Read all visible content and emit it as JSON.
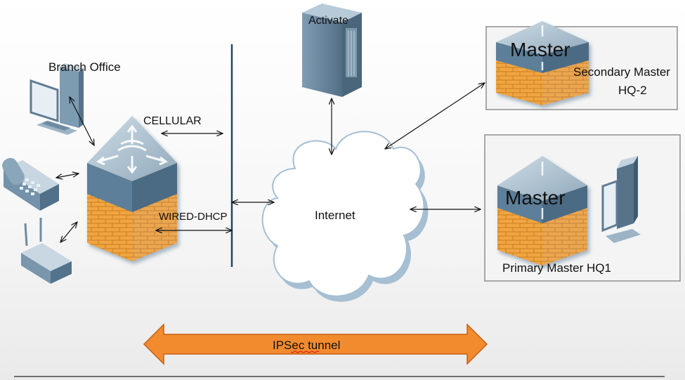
{
  "labels": {
    "activate": "Activate",
    "branch_office": "Branch Office",
    "cellular": "CELLULAR",
    "wired_dhcp": "WIRED-DHCP",
    "internet": "Internet",
    "secondary_master": "Secondary Master",
    "hq2": "HQ-2",
    "primary_master": "Primary Master HQ1",
    "master_top": "Master",
    "master_bottom": "Master",
    "ipsec_tunnel": "IPSec tunnel"
  },
  "colors": {
    "tunnel_fill": "#f28a2e",
    "tunnel_stroke": "#c55f14",
    "server_body": "#6c8ea8",
    "brick": "#f0a541",
    "cloud_stroke": "#a6bfd3",
    "box_border": "#8e8e8e"
  },
  "icons": [
    "server-icon",
    "desktop-computer-icon",
    "desk-phone-icon",
    "wireless-router-icon",
    "controller-firewall-icon",
    "cloud-icon"
  ]
}
